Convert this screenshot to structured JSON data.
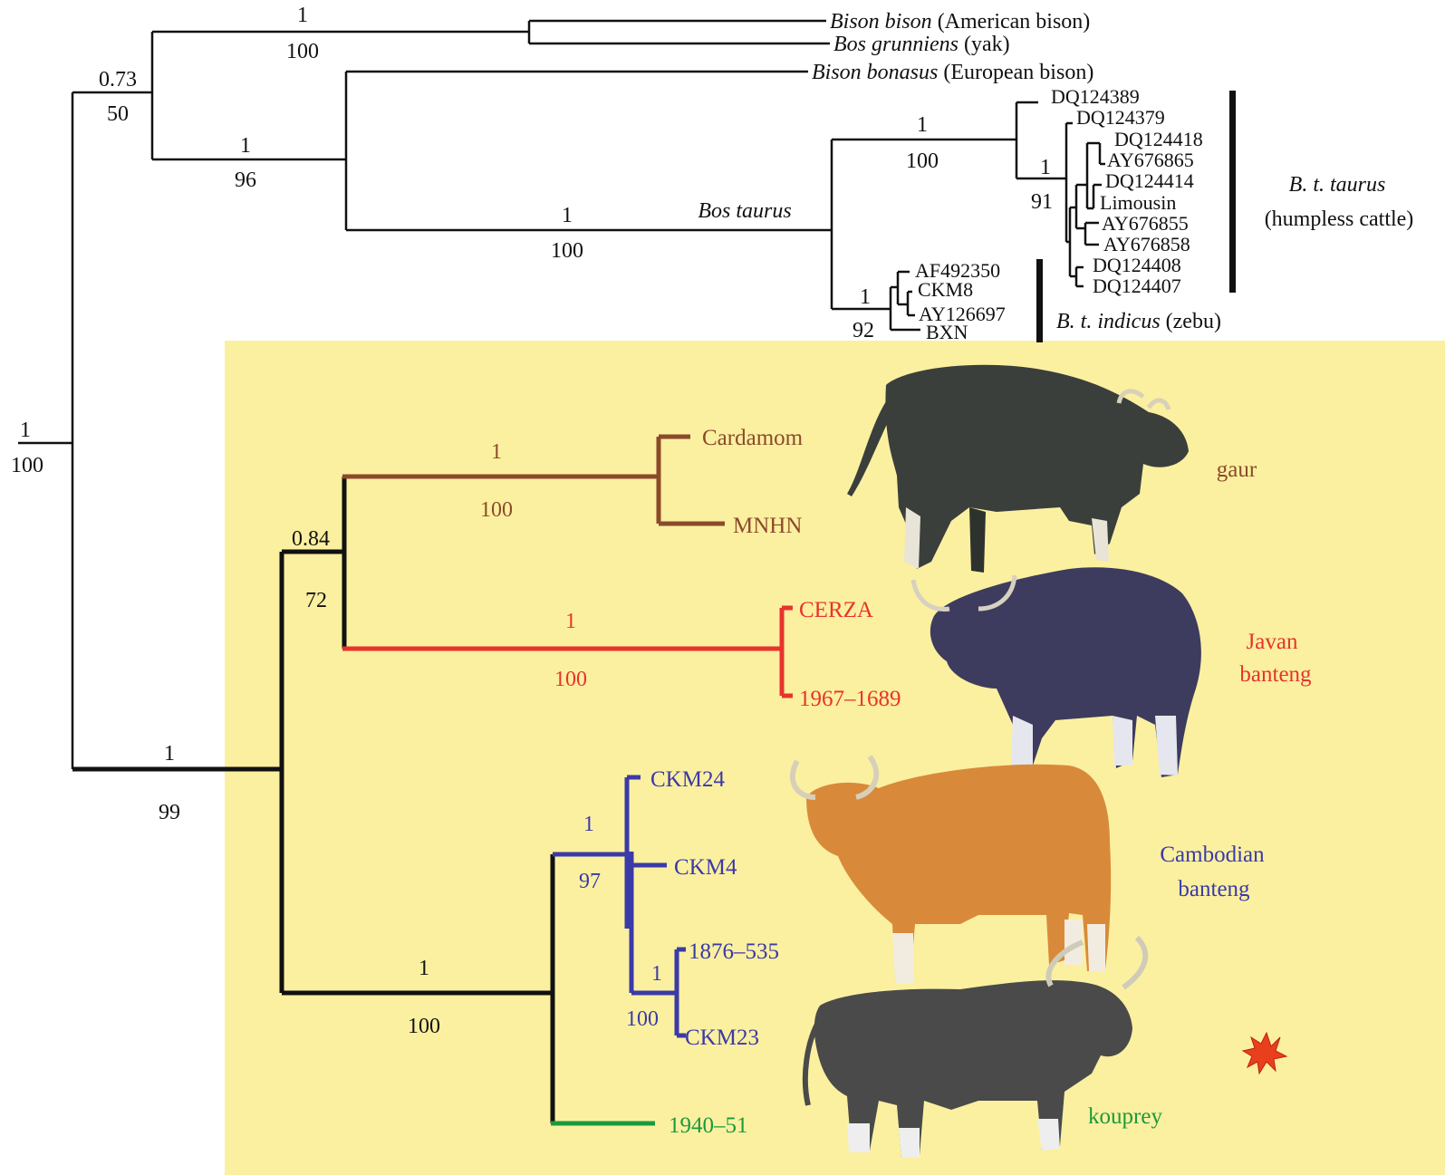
{
  "colors": {
    "background_panel": "#fbf0a0",
    "black": "#111111",
    "gaur": "#8b4a2b",
    "javan": "#e8332c",
    "cambodian": "#3a3aa8",
    "kouprey": "#1a9a3c",
    "burst": "#e8401c"
  },
  "tree": {
    "root": {
      "pp": "1",
      "bs": "100"
    },
    "upper_clade": {
      "pp": "0.73",
      "bs": "50"
    },
    "bison_yak": {
      "pp": "1",
      "bs": "100"
    },
    "bison_bonasus_taurus": {
      "pp": "1",
      "bs": "96"
    },
    "bos_taurus_node": {
      "pp": "1",
      "bs": "100",
      "label": "Bos taurus"
    },
    "taurus_group": {
      "pp": "1",
      "bs": "100"
    },
    "taurus_inner": {
      "pp": "1",
      "bs": "91"
    },
    "indicus_group": {
      "pp": "1",
      "bs": "92"
    },
    "lower_clade": {
      "pp": "1",
      "bs": "99"
    },
    "gaur_javan": {
      "pp": "0.84",
      "bs": "72"
    },
    "gaur": {
      "pp": "1",
      "bs": "100"
    },
    "javan": {
      "pp": "1",
      "bs": "100"
    },
    "cambodian_kouprey": {
      "pp": "1",
      "bs": "100"
    },
    "cambodian": {
      "pp": "1",
      "bs": "97"
    },
    "cambodian_inner": {
      "pp": "1",
      "bs": "100"
    }
  },
  "taxa": {
    "bison_bison": {
      "italic": "Bison bison",
      "rest": " (American bison)"
    },
    "bos_grunniens": {
      "italic": "Bos grunniens",
      "rest": " (yak)"
    },
    "bison_bonasus": {
      "italic": "Bison bonasus",
      "rest": " (European bison)"
    },
    "taurus_tips": [
      "DQ124389",
      "DQ124379",
      "DQ124418",
      "AY676865",
      "DQ124414",
      "Limousin",
      "AY676855",
      "AY676858",
      "DQ124408",
      "DQ124407"
    ],
    "indicus_tips": [
      "AF492350",
      "CKM8",
      "AY126697",
      "BXN"
    ],
    "gaur_tips": [
      "Cardamom",
      "MNHN"
    ],
    "javan_tips": [
      "CERZA",
      "1967–1689"
    ],
    "cambodian_tips": [
      "CKM24",
      "CKM4",
      "1876–535",
      "CKM23"
    ],
    "kouprey_tips": [
      "1940–51"
    ]
  },
  "group_labels": {
    "taurus_italic": "B. t. taurus",
    "taurus_sub": "(humpless cattle)",
    "indicus_italic": "B. t. indicus",
    "indicus_rest": " (zebu)",
    "gaur": "gaur",
    "javan_1": "Javan",
    "javan_2": "banteng",
    "cambodian_1": "Cambodian",
    "cambodian_2": "banteng",
    "kouprey": "kouprey"
  },
  "icons": [
    "gaur-illustration",
    "javan-banteng-illustration",
    "cambodian-banteng-illustration",
    "kouprey-illustration",
    "starburst-icon"
  ]
}
